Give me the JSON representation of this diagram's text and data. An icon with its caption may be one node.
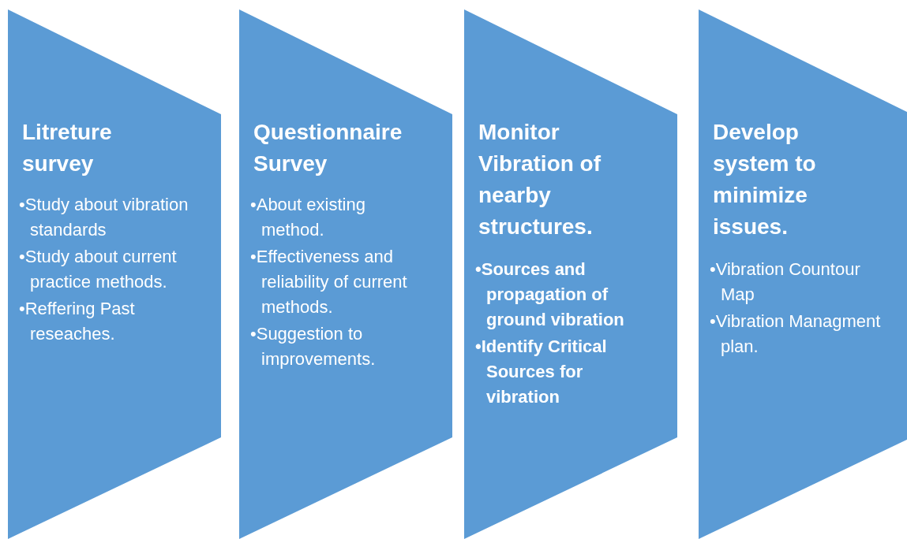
{
  "diagram": {
    "nodes": [
      {
        "text": [
          "Litreture survey",
          "•Study about vibration standards",
          "•Study about current practice methods.",
          "•Reffering Past reseaches."
        ]
      },
      {
        "text": [
          "Questionnaire Survey",
          "•About existing method.",
          "•Effectiveness and reliability of current methods.",
          "•Suggestion to improvements."
        ]
      },
      {
        "text": [
          "Monitor Vibration of nearby structures.",
          "•Sources and propagation of ground vibration",
          "•Identify Critical Sources for vibration"
        ]
      },
      {
        "text": [
          "Develop system to minimize issues.",
          "•Vibration Countour Map",
          "•Vibration Managment plan."
        ]
      }
    ]
  }
}
